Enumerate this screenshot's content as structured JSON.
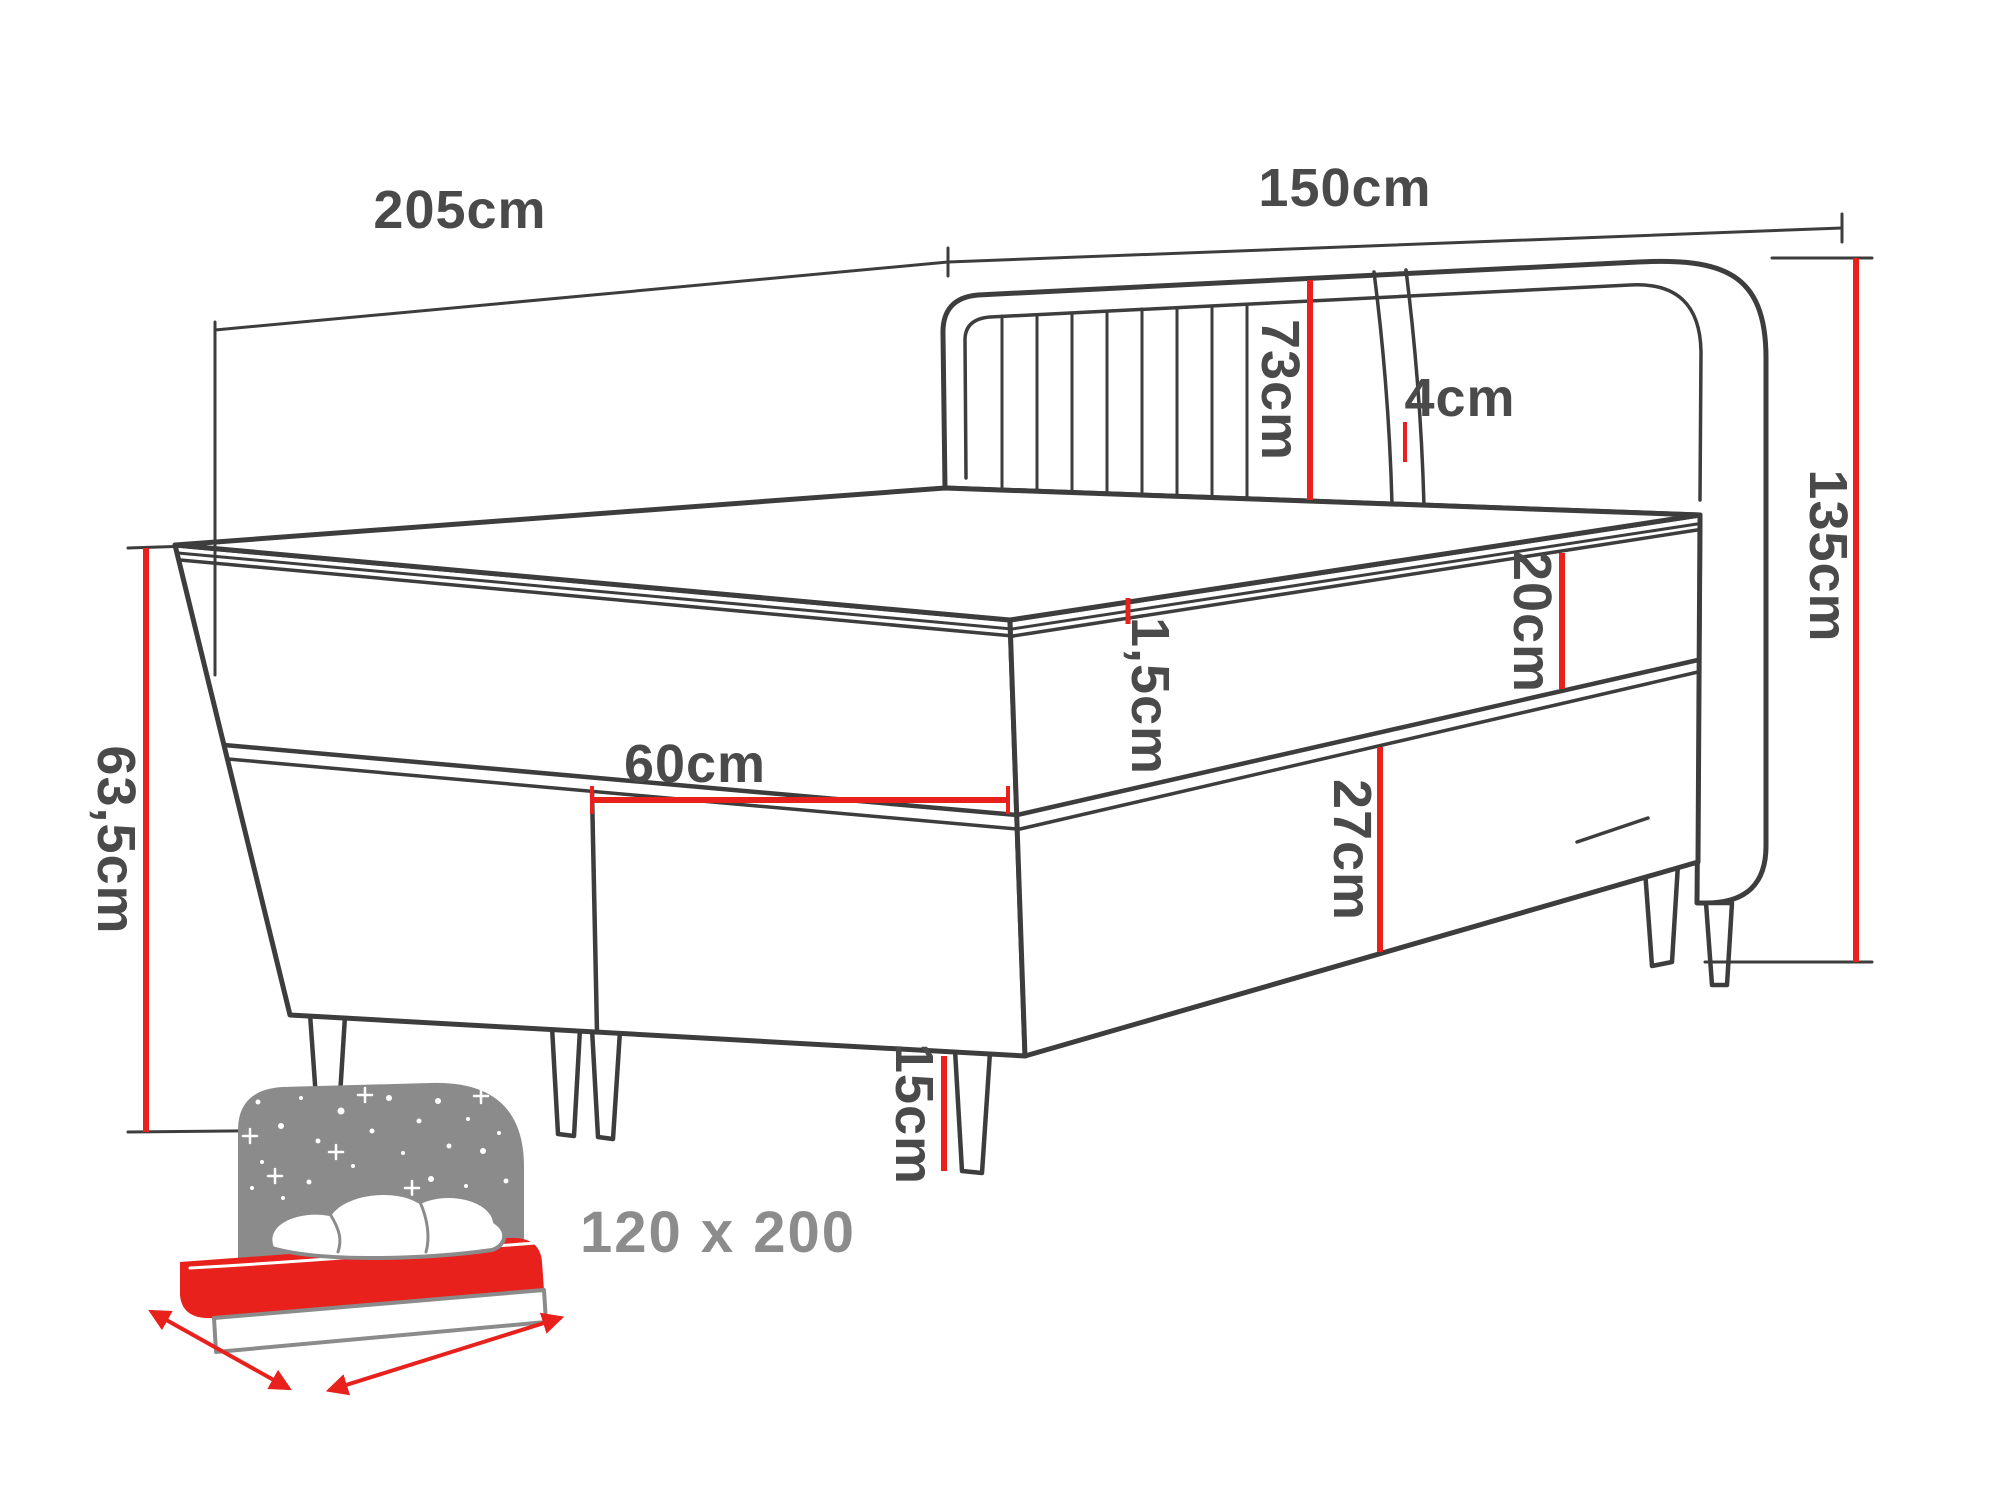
{
  "diagram": {
    "type": "bed-dimension-diagram",
    "dimensions": {
      "bed_length": {
        "label": "205cm"
      },
      "headboard_width": {
        "label": "150cm"
      },
      "headboard_height_above_mattress": {
        "label": "73cm"
      },
      "headboard_side_depth": {
        "label": "4cm"
      },
      "total_height": {
        "label": "135cm"
      },
      "floor_to_sleep_surface": {
        "label": "63,5cm"
      },
      "box_section_width": {
        "label": "60cm"
      },
      "topper_height": {
        "label": "1,5cm"
      },
      "mattress_height": {
        "label": "20cm"
      },
      "box_height": {
        "label": "27cm"
      },
      "leg_height": {
        "label": "15cm"
      }
    },
    "size_badge": {
      "label": "120 x 200"
    },
    "colors": {
      "line": "#3d3d3d",
      "dimension": "#e8211d",
      "label": "#4a4a4a",
      "icon_gray": "#8b8b8b",
      "icon_red": "#e8211d",
      "size_text": "#8c8c8c"
    }
  }
}
